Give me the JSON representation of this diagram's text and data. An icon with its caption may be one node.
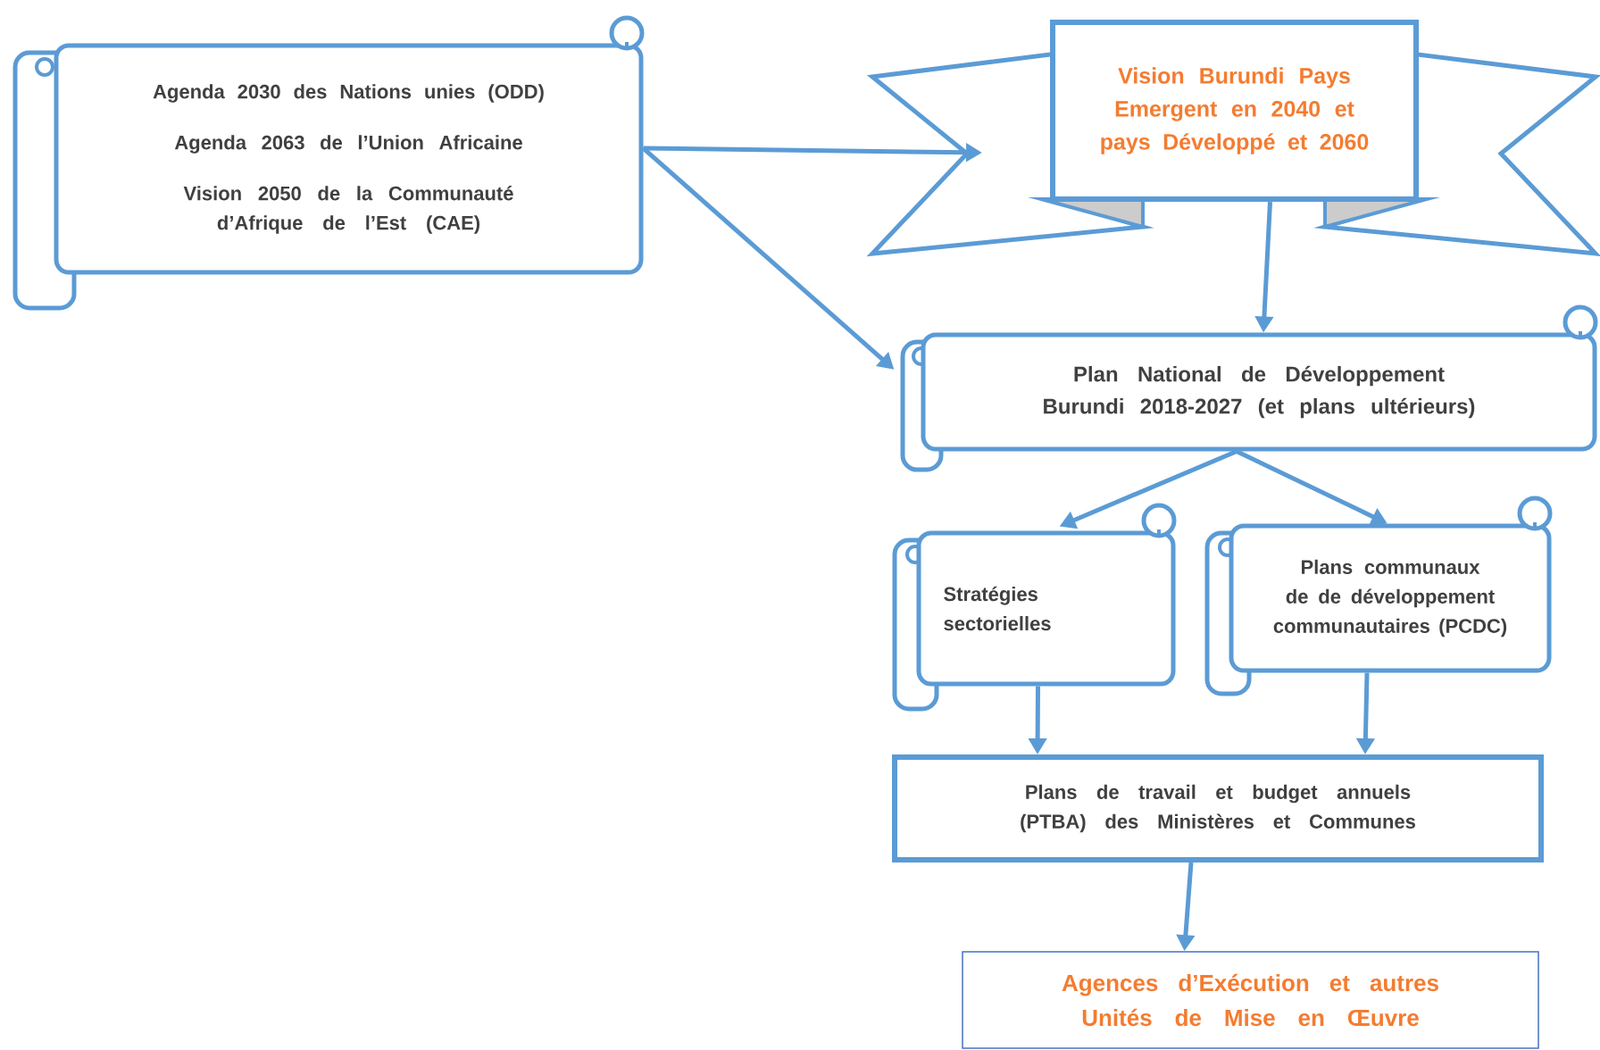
{
  "diagram": {
    "nodes": [
      {
        "text": [
          "Agenda 2030 des Nations unies (ODD)",
          "Agenda 2063 de l’Union Africaine",
          "Vision 2050 de la Communauté d’Afrique de l’Est (CAE)"
        ]
      },
      {
        "text": [
          "Vision Burundi Pays Emergent en 2040 et pays Développé et 2060"
        ]
      },
      {
        "text": [
          "Plan National de Développement Burundi 2018-2027 (et plans ultérieurs)"
        ]
      },
      {
        "text": [
          "Stratégies sectorielles"
        ]
      },
      {
        "text": [
          "Plans communaux de de développement communautaires (PCDC)"
        ]
      },
      {
        "text": [
          "Plans de travail et budget annuels (PTBA) des Ministères et Communes"
        ]
      },
      {
        "text": [
          "Agences d’Exécution et autres Unités de Mise en Œuvre"
        ]
      }
    ],
    "edges": [
      {
        "from": 0,
        "to": 1,
        "arrow": "to"
      },
      {
        "from": 0,
        "to": 2,
        "arrow": "to"
      },
      {
        "from": 1,
        "to": 2,
        "arrow": "to"
      },
      {
        "from": 2,
        "to": 3,
        "arrow": "to"
      },
      {
        "from": 2,
        "to": 4,
        "arrow": "to"
      },
      {
        "from": 3,
        "to": 5,
        "arrow": "to"
      },
      {
        "from": 4,
        "to": 5,
        "arrow": "to"
      },
      {
        "from": 5,
        "to": 6,
        "arrow": "to"
      }
    ]
  }
}
